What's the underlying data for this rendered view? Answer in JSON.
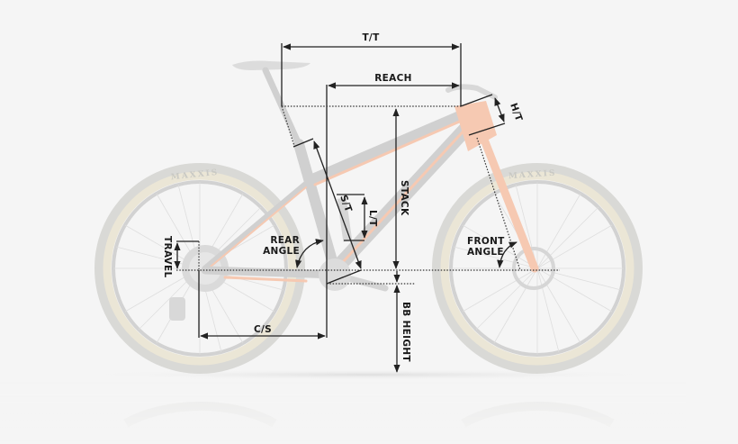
{
  "diagram": {
    "subject": "Full-suspension mountain bike geometry",
    "background_color": "#f5f5f5",
    "line_color": "#222222",
    "accent_color": "#f6c9b2",
    "tire_brand": "MAXXIS",
    "labels": {
      "top_tube": "T/T",
      "reach": "REACH",
      "head_tube": "H/T",
      "seat_tube": "S/T",
      "link_travel": "L/T",
      "stack": "STACK",
      "rear_angle_line1": "REAR",
      "rear_angle_line2": "ANGLE",
      "front_angle_line1": "FRONT",
      "front_angle_line2": "ANGLE",
      "travel": "TRAVEL",
      "chainstay": "C/S",
      "bb_height": "BB HEIGHT"
    }
  }
}
